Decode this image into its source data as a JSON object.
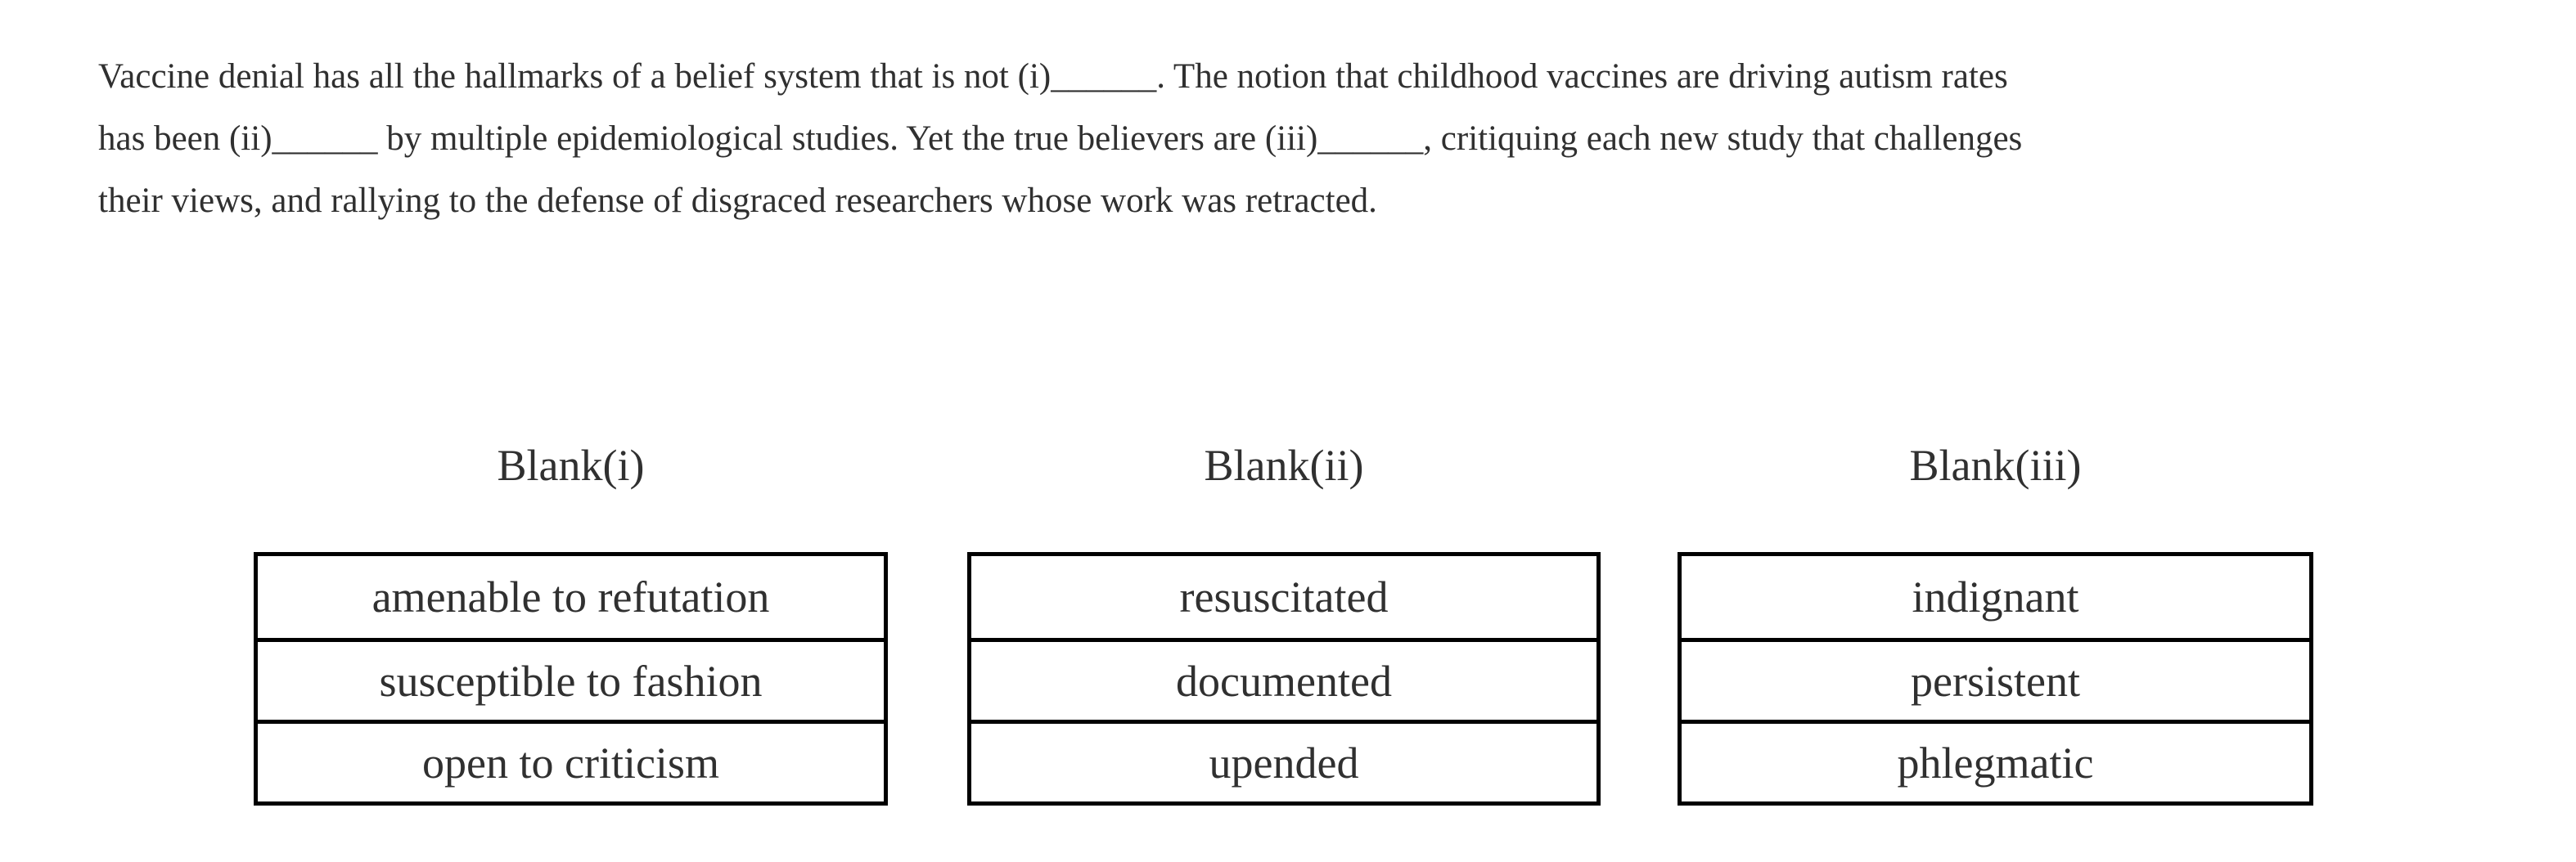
{
  "page": {
    "background": "#ffffff",
    "text_color": "#303030",
    "border_color": "#000000"
  },
  "passage": {
    "text": "Vaccine denial has all the hallmarks of a belief system that is not (i)______. The notion that childhood vaccines are driving autism rates\nhas been (ii)______ by multiple epidemiological studies. Yet the true believers are (iii)______, critiquing each new study that challenges\ntheir views, and rallying to the defense of disgraced researchers whose work was retracted."
  },
  "blanks": [
    {
      "label": "Blank(i)",
      "options": [
        "amenable to refutation",
        "susceptible to fashion",
        "open to criticism"
      ]
    },
    {
      "label": "Blank(ii)",
      "options": [
        "resuscitated",
        "documented",
        "upended"
      ]
    },
    {
      "label": "Blank(iii)",
      "options": [
        "indignant",
        "persistent",
        "phlegmatic"
      ]
    }
  ]
}
